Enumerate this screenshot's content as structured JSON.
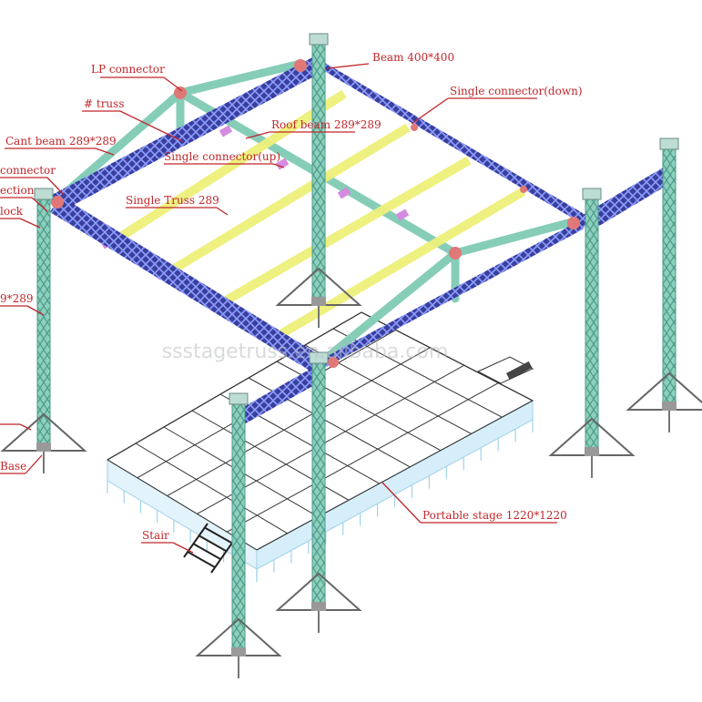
{
  "watermark": "ssstagetruss.en.alibaba.com",
  "labels": {
    "lp_connector": "LP connector",
    "beam_400": "Beam 400*400",
    "single_connector_down": "Single connector(down)",
    "truss_hash": "# truss",
    "roof_beam": "Roof beam 289*289",
    "cant_beam": "Cant beam 289*289",
    "single_connector_up": "Single connector(up)",
    "connector_left": "connector",
    "section_left": "ection",
    "single_truss": "Single Truss 289",
    "block_left": "lock",
    "column_289": "9*289",
    "base_left": "Base",
    "portable_stage": "Portable stage 1220*1220",
    "stair": "Stair"
  },
  "colors": {
    "leader_line": "#c0262b",
    "label_text": "#c0262b",
    "column_truss": "#7fc6b5",
    "beam_truss": "#3a3f9e",
    "roof_truss": "#86cdb8",
    "single_truss": "#eef07a",
    "connector": "#e07878",
    "stage_grid": "#333333",
    "stage_frame": "#a9d8ef"
  }
}
